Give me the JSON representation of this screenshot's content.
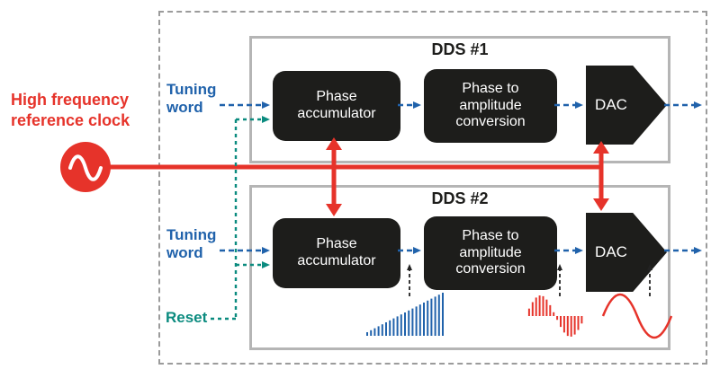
{
  "left_panel": {
    "reference_clock_label": "High frequency reference clock",
    "tuning_word_1": "Tuning word",
    "tuning_word_2": "Tuning word",
    "reset_label": "Reset"
  },
  "dds1": {
    "title": "DDS #1",
    "phase_accumulator": "Phase accumulator",
    "phase_to_amplitude": "Phase to amplitude conversion",
    "dac": "DAC"
  },
  "dds2": {
    "title": "DDS #2",
    "phase_accumulator": "Phase accumulator",
    "phase_to_amplitude": "Phase to amplitude conversion",
    "dac": "DAC"
  },
  "icons": {
    "clock": "sine-clock-icon",
    "waveforms": [
      "phase-ramp-waveform",
      "sampled-sine-waveform",
      "smooth-sine-waveform"
    ]
  },
  "colors": {
    "red": "#e6332a",
    "blue": "#2062ab",
    "teal": "#0b8b7f",
    "block_black": "#1d1d1b",
    "box_border_gray": "#b5b5b5",
    "outer_dashed_gray": "#9b9b9b"
  }
}
